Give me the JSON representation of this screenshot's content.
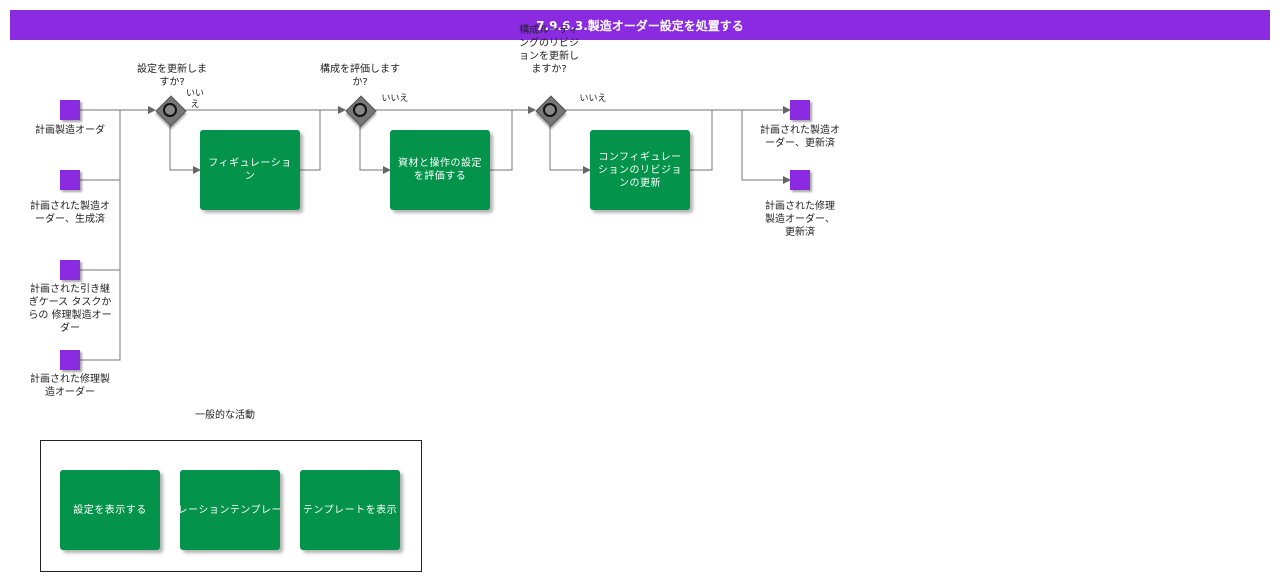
{
  "title": "7.9.6.3.製造オーダー設定を処置する",
  "start_events": [
    "計画製造オーダ",
    "計画された製造オーダー、生成済",
    "計画された引き継ぎケース タスクからの 修理製造オーダー",
    "計画された修理製造オーダー"
  ],
  "gateways": [
    {
      "question": "設定を更新しますか?",
      "no_label": "いいえ"
    },
    {
      "question": "構成を評価しますか?",
      "no_label": "いいえ"
    },
    {
      "question": "構成ルーティングのリビジョンを更新しますか?",
      "no_label": "いいえ"
    }
  ],
  "tasks": [
    "フィギュレーション",
    "資材と操作の設定を評価する",
    "コンフィギュレーションのリビジョンの更新"
  ],
  "end_events": [
    "計画された製造オーダー、更新済",
    "計画された修理 製造オーダー、 更新済"
  ],
  "general": {
    "label": "一般的な活動",
    "tasks": [
      "設定を表示する",
      "フィギュレーションテンプレートの編集",
      "テンプレートを表示"
    ]
  },
  "colors": {
    "header": "#8a2be2",
    "event": "#8a2be2",
    "task": "#04934a",
    "gateway": "#777777"
  }
}
